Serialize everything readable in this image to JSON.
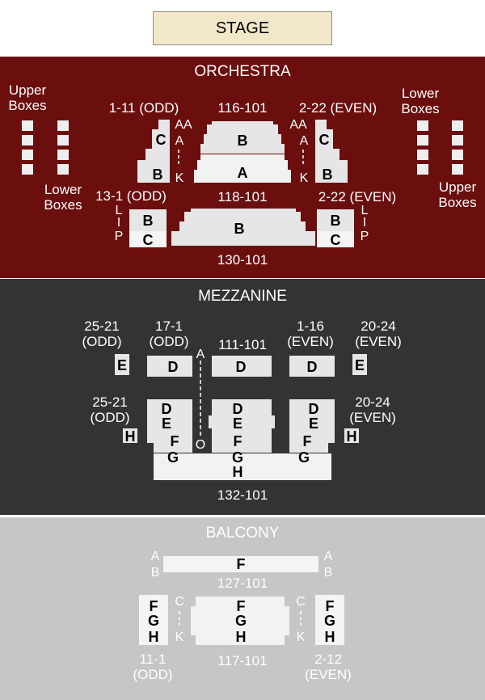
{
  "stage": "STAGE",
  "orchestra": {
    "title": "ORCHESTRA",
    "upper_boxes": "Upper Boxes",
    "lower_boxes": "Lower Boxes",
    "labels": {
      "left_top": "1-11 (ODD)",
      "center_top": "116-101",
      "right_top": "2-22 (EVEN)",
      "left_mid": "13-1 (ODD)",
      "center_mid": "118-101",
      "right_mid": "2-22 (EVEN)",
      "center_bottom": "130-101"
    },
    "rows": {
      "aa": "AA",
      "a": "A",
      "k": "K",
      "l": "L",
      "p": "P"
    },
    "sections": {
      "b": "B",
      "c": "C",
      "a": "A"
    }
  },
  "mezzanine": {
    "title": "MEZZANINE",
    "labels": {
      "box_left_top": "25-21 (ODD)",
      "left_top": "17-1 (ODD)",
      "center_top": "111-101",
      "right_top": "1-16 (EVEN)",
      "box_right_top": "20-24 (EVEN)",
      "box_left_bottom": "25-21 (ODD)",
      "box_right_bottom": "20-24 (EVEN)",
      "center_bottom": "132-101"
    },
    "rows": {
      "a": "A",
      "o": "O"
    },
    "sections": {
      "d": "D",
      "e": "E",
      "f": "F",
      "g": "G",
      "h": "H"
    }
  },
  "balcony": {
    "title": "BALCONY",
    "labels": {
      "center_top": "127-101",
      "left_bottom": "11-1 (ODD)",
      "center_bottom": "117-101",
      "right_bottom": "2-12 (EVEN)"
    },
    "rows": {
      "a": "A",
      "b": "B",
      "c": "C",
      "k": "K"
    },
    "sections": {
      "f": "F",
      "g": "G",
      "h": "H"
    }
  },
  "colors": {
    "orchestra": "#6b0e0e",
    "mezzanine": "#333333",
    "balcony": "#c6c6c6",
    "stage": "#f2e8c9",
    "seat": "#e6e6e6"
  }
}
